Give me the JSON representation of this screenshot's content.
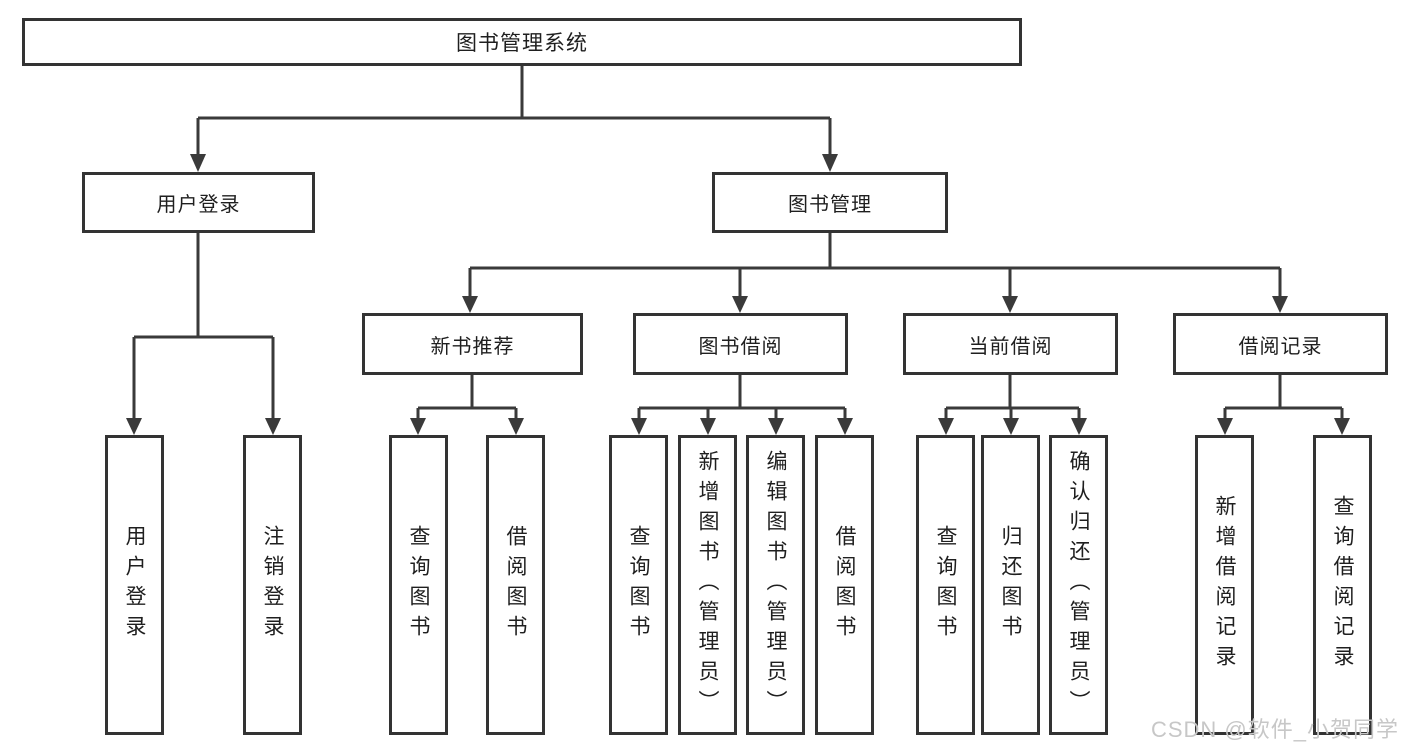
{
  "diagram": {
    "title": "图书管理系统",
    "type": "hierarchy-tree",
    "colors": {
      "background": "#ffffff",
      "line": "#3a3a3a",
      "box_border": "#333333",
      "text": "#1f1f1f",
      "watermark": "#c7c7c7"
    },
    "watermark": "CSDN @软件_小贺同学"
  },
  "nodes": {
    "root": {
      "label": "图书管理系统"
    },
    "level2": [
      {
        "label": "用户登录"
      },
      {
        "label": "图书管理"
      }
    ],
    "level3": [
      {
        "label": "新书推荐",
        "parent": "图书管理"
      },
      {
        "label": "图书借阅",
        "parent": "图书管理"
      },
      {
        "label": "当前借阅",
        "parent": "图书管理"
      },
      {
        "label": "借阅记录",
        "parent": "图书管理"
      }
    ],
    "leaves": [
      {
        "label": "用户登录",
        "parent": "用户登录"
      },
      {
        "label": "注销登录",
        "parent": "用户登录"
      },
      {
        "label": "查询图书",
        "parent": "新书推荐"
      },
      {
        "label": "借阅图书",
        "parent": "新书推荐"
      },
      {
        "label": "查询图书",
        "parent": "图书借阅"
      },
      {
        "label": "新增图书（管理员）",
        "parent": "图书借阅"
      },
      {
        "label": "编辑图书（管理员）",
        "parent": "图书借阅"
      },
      {
        "label": "借阅图书",
        "parent": "图书借阅"
      },
      {
        "label": "查询图书",
        "parent": "当前借阅"
      },
      {
        "label": "归还图书",
        "parent": "当前借阅"
      },
      {
        "label": "确认归还（管理员）",
        "parent": "当前借阅"
      },
      {
        "label": "新增借阅记录",
        "parent": "借阅记录"
      },
      {
        "label": "查询借阅记录",
        "parent": "借阅记录"
      }
    ]
  }
}
